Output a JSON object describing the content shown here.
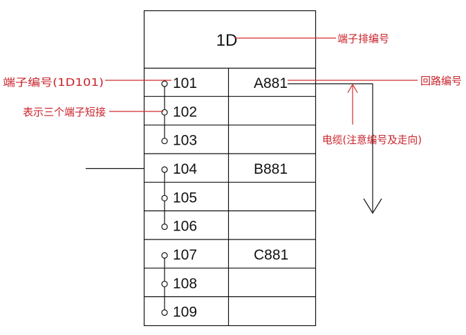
{
  "diagram": {
    "strip_label": "1D",
    "terminals": [
      "101",
      "102",
      "103",
      "104",
      "105",
      "106",
      "107",
      "108",
      "109"
    ],
    "circuits": [
      {
        "row": 0,
        "label": "A881"
      },
      {
        "row": 3,
        "label": "B881"
      },
      {
        "row": 6,
        "label": "C881"
      }
    ],
    "annotations": {
      "strip_number": "端子排编号",
      "terminal_number": "端子编号(1D101)",
      "short_three": "表示三个端子短接",
      "circuit_number": "回路编号",
      "cable": "电缆(注意编号及走向)"
    },
    "colors": {
      "line": "#111111",
      "annotation": "#d42a2a"
    }
  }
}
